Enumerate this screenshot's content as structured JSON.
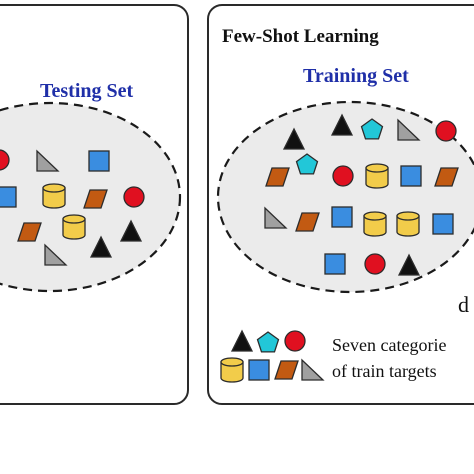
{
  "left_panel": {
    "set_label": "Testing Set"
  },
  "right_panel": {
    "title": "Few-Shot Learning",
    "set_label": "Training Set",
    "cut_text": "d",
    "legend_line1": "Seven categorie",
    "legend_line2": "of train targets"
  },
  "colors": {
    "blue_text": "#1f2fa8",
    "panel_border": "#2a2a2a",
    "ellipse_fill": "#ebebeb",
    "red_circle": "#e01020",
    "blue_square": "#3a8de0",
    "orange_parallelogram": "#c25a12",
    "yellow_cylinder": "#f2cc4a",
    "cyan_pentagon": "#22c7d8",
    "gray_triangle": "#a0a0a0",
    "black_triangle": "#111111"
  },
  "categories": [
    "black-triangle",
    "cyan-pentagon",
    "red-circle",
    "yellow-cylinder",
    "blue-square",
    "orange-parallelogram",
    "gray-right-triangle"
  ]
}
